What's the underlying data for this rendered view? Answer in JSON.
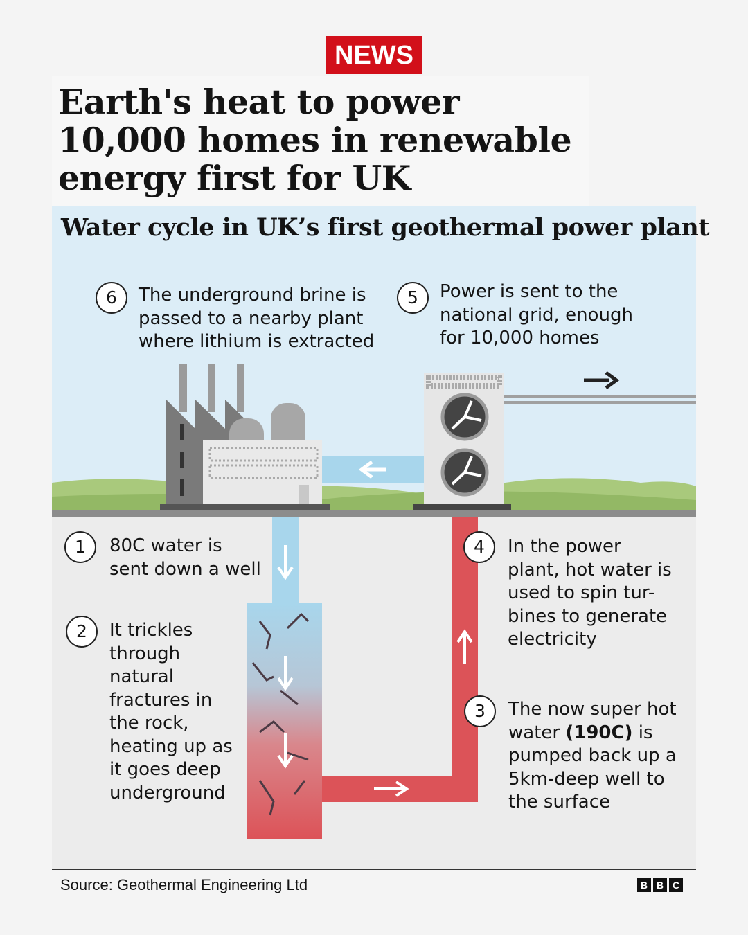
{
  "brand_badge": "NEWS",
  "headline": "Earth's heat to power 10,000 homes in renewable energy first for UK",
  "diagram": {
    "title": "Water cycle in UK’s first geothermal power plant",
    "steps": [
      {
        "number": "1",
        "text": "80C water is sent down a well"
      },
      {
        "number": "2",
        "text": "It trickles through natural fractures in the rock, heating up as it goes deep underground"
      },
      {
        "number": "3",
        "text_before": "The now super hot water ",
        "text_bold": "(190C)",
        "text_after": " is pumped back up a 5km-deep well to the surface"
      },
      {
        "number": "4",
        "text": "In the power plant, hot water is used to spin tur-bines to generate electricity"
      },
      {
        "number": "5",
        "text": "Power is sent to the national grid, enough for 10,000 homes"
      },
      {
        "number": "6",
        "text": "The underground brine is passed to a nearby plant where lithium is extracted"
      }
    ],
    "colors": {
      "sky": "#dcedf7",
      "cold_water": "#a8d6ec",
      "hot_water": "#dc5358",
      "ground": "#ededed",
      "grass": "#a9c97c"
    }
  },
  "footer": {
    "source": "Source: Geothermal Engineering Ltd",
    "logo": [
      "B",
      "B",
      "C"
    ]
  }
}
